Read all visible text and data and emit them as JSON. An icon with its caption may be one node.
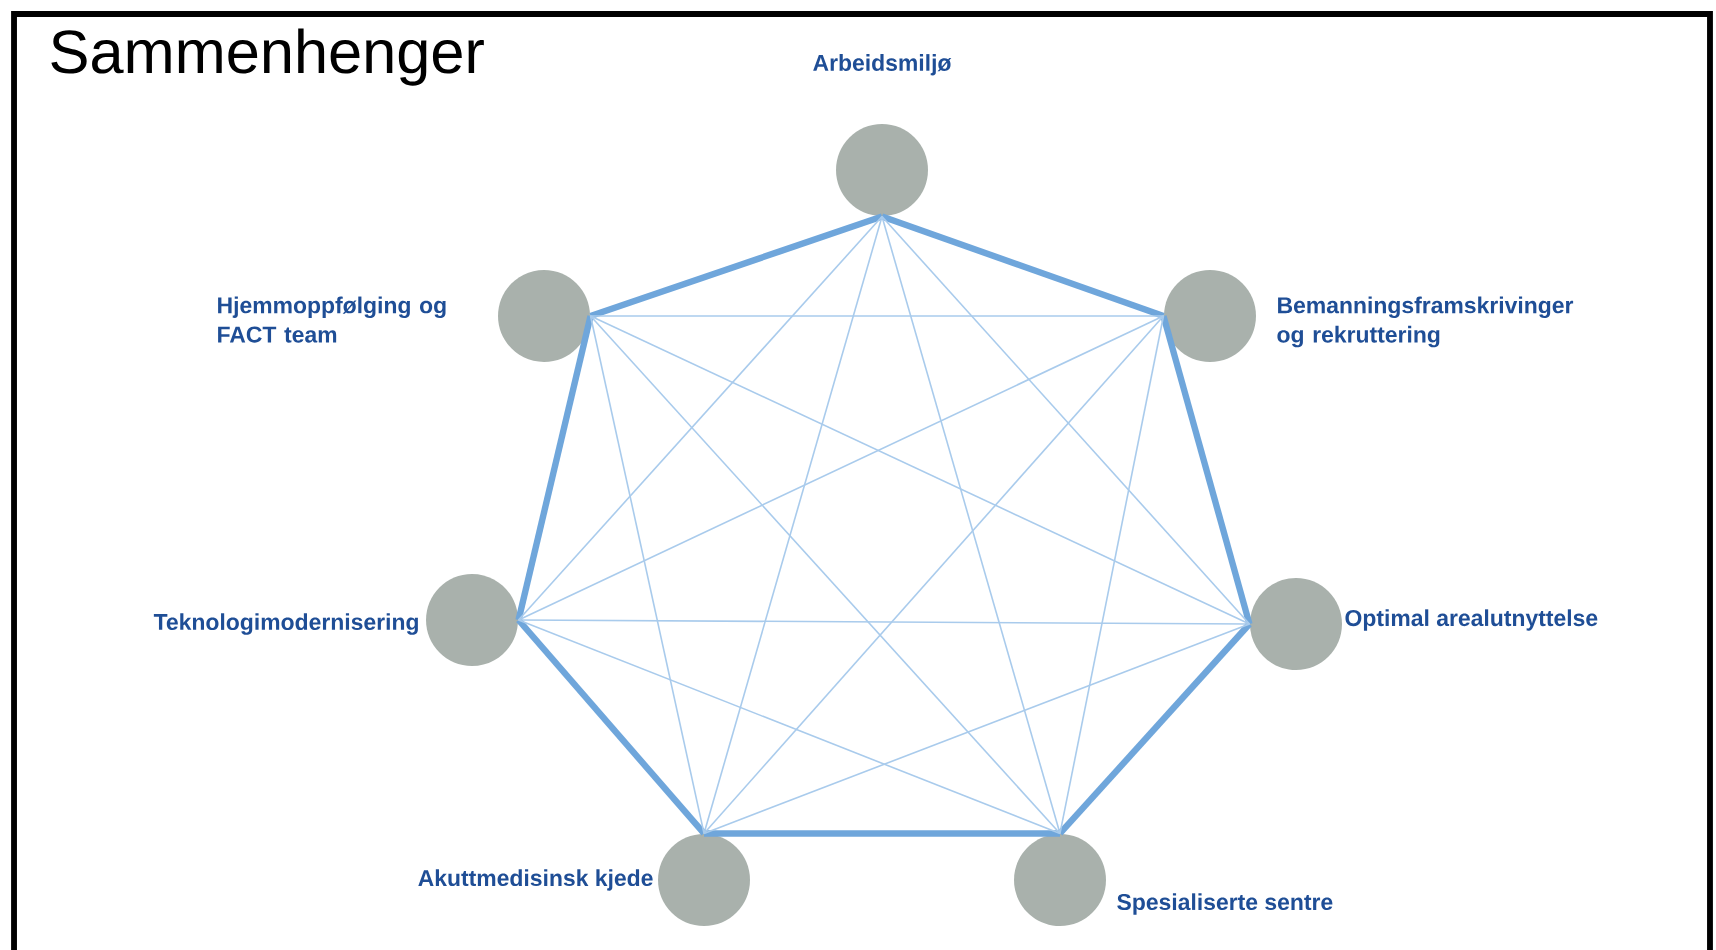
{
  "diagram": {
    "title": "Sammenhenger",
    "nodes": [
      {
        "text": [],
        "shape": "circle",
        "beside": [
          "Arbeidsmiljø"
        ]
      },
      {
        "text": [],
        "shape": "circle",
        "beside": [
          "Bemanningsframskrivinger og rekruttering"
        ]
      },
      {
        "text": [],
        "shape": "circle",
        "beside": [
          "Optimal arealutnyttelse"
        ]
      },
      {
        "text": [],
        "shape": "circle",
        "beside": [
          "Spesialiserte sentre"
        ]
      },
      {
        "text": [],
        "shape": "circle",
        "beside": [
          "Akuttmedisinsk kjede"
        ]
      },
      {
        "text": [],
        "shape": "circle",
        "beside": [
          "Teknologimodernisering"
        ]
      },
      {
        "text": [],
        "shape": "circle",
        "beside": [
          "Hjemmoppfølging og FACT team"
        ]
      }
    ],
    "edges": [
      {
        "from": 0,
        "to": 1,
        "arrow": "none",
        "style": "thick"
      },
      {
        "from": 1,
        "to": 2,
        "arrow": "none",
        "style": "thick"
      },
      {
        "from": 2,
        "to": 3,
        "arrow": "none",
        "style": "thick"
      },
      {
        "from": 3,
        "to": 4,
        "arrow": "none",
        "style": "thick"
      },
      {
        "from": 4,
        "to": 5,
        "arrow": "none",
        "style": "thick"
      },
      {
        "from": 5,
        "to": 6,
        "arrow": "none",
        "style": "thick"
      },
      {
        "from": 6,
        "to": 0,
        "arrow": "none",
        "style": "thick"
      },
      {
        "from": 0,
        "to": 2,
        "arrow": "none"
      },
      {
        "from": 0,
        "to": 3,
        "arrow": "none"
      },
      {
        "from": 0,
        "to": 4,
        "arrow": "none"
      },
      {
        "from": 0,
        "to": 5,
        "arrow": "none"
      },
      {
        "from": 1,
        "to": 3,
        "arrow": "none"
      },
      {
        "from": 1,
        "to": 4,
        "arrow": "none"
      },
      {
        "from": 1,
        "to": 5,
        "arrow": "none"
      },
      {
        "from": 1,
        "to": 6,
        "arrow": "none"
      },
      {
        "from": 2,
        "to": 4,
        "arrow": "none"
      },
      {
        "from": 2,
        "to": 5,
        "arrow": "none"
      },
      {
        "from": 2,
        "to": 6,
        "arrow": "none"
      },
      {
        "from": 3,
        "to": 5,
        "arrow": "none"
      },
      {
        "from": 3,
        "to": 6,
        "arrow": "none"
      },
      {
        "from": 4,
        "to": 6,
        "arrow": "none"
      }
    ]
  }
}
